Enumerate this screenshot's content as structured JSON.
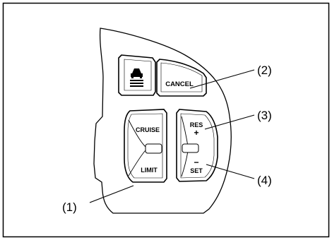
{
  "diagram": {
    "buttons": {
      "distance": {
        "icon": "car-following-distance-icon"
      },
      "cancel": {
        "label": "CANCEL"
      },
      "cruise_limit": {
        "upper_label": "CRUISE",
        "lower_label": "LIMIT"
      },
      "res_set": {
        "upper_label": "RES",
        "upper_sign": "+",
        "lower_sign": "−",
        "lower_label": "SET"
      }
    },
    "callouts": [
      {
        "id": "callout-1",
        "label": "(1)"
      },
      {
        "id": "callout-2",
        "label": "(2)"
      },
      {
        "id": "callout-3",
        "label": "(3)"
      },
      {
        "id": "callout-4",
        "label": "(4)"
      }
    ],
    "colors": {
      "line": "#000000",
      "background": "#ffffff"
    }
  }
}
